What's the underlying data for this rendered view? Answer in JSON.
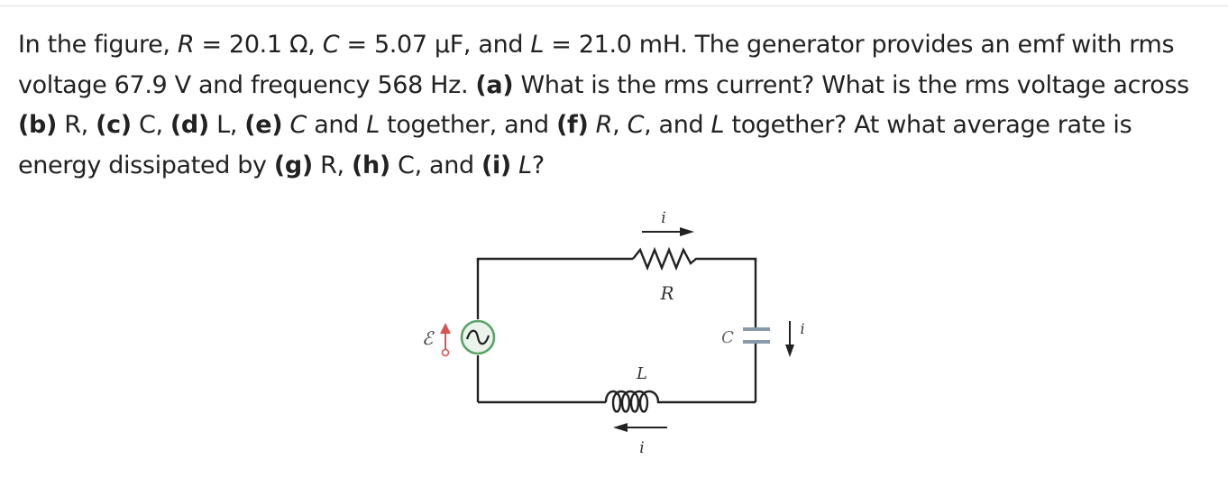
{
  "question": {
    "intro": "In the figure,",
    "sym_r": "R",
    "r_value": " = 20.1 Ω, ",
    "sym_c": "C",
    "c_value": " = 5.07 μF, and ",
    "sym_l": "L",
    "l_value": " = 21.0 mH. The generator provides an emf with rms voltage 67.9 V and frequency 568 Hz. ",
    "part_a": "(a)",
    "text_a": " What is the rms current? What is the rms voltage across ",
    "part_b": "(b)",
    "text_b": " R, ",
    "part_c": "(c)",
    "text_c": " C, ",
    "part_d": "(d)",
    "text_d": " L, ",
    "part_e": "(e)",
    "text_e_c": " C",
    "text_e_and": " and ",
    "text_e_l": "L",
    "text_e_tail": " together, and ",
    "part_f": "(f)",
    "text_f_r": " R",
    "text_f_sep1": ", ",
    "text_f_c": "C",
    "text_f_sep2": ", and ",
    "text_f_l": "L",
    "text_f_tail": " together? At what average rate is energy dissipated by ",
    "part_g": "(g)",
    "text_g": " R, ",
    "part_h": "(h)",
    "text_h": " C, and ",
    "part_i": "(i)",
    "text_i_l": " L",
    "text_end": "?"
  },
  "figure": {
    "label_current": "i",
    "label_resistor": "R",
    "label_capacitor": "C",
    "label_inductor": "L",
    "label_emf": "ℰ",
    "wire_color": "#222222",
    "generator_color": "#5aa36a",
    "capacitor_plate_color": "#8899aa",
    "emf_marker_color": "#d9534f"
  }
}
